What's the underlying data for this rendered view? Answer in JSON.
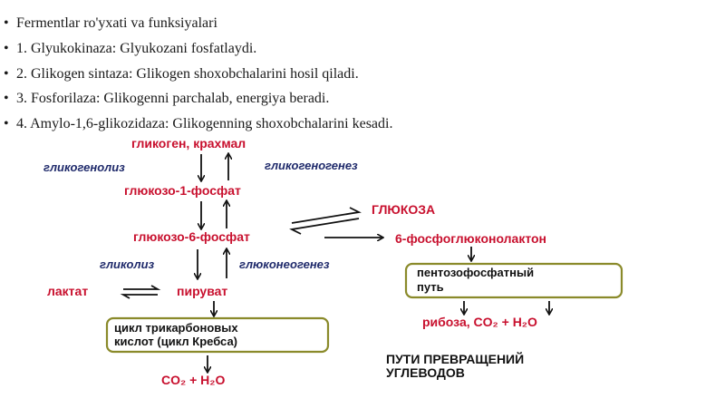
{
  "bullets": [
    "Fermentlar ro'yxati va funksiyalari",
    "1. Glyukokinaza: Glyukozani fosfatlaydi.",
    "2. Glikogen sintaza: Glikogen shoxobchalarini hosil qiladi.",
    "3. Fosforilaza: Glikogenni parchalab, energiya beradi.",
    "4. Amylo-1,6-glikozidaza: Glikogenning shoxobchalarini kesadi."
  ],
  "bullet_symbol": "•",
  "diagram": {
    "glycogen": "гликоген, крахмал",
    "glycogenolysis": "гликогенолиз",
    "glycogenesis": "гликогеногенез",
    "g1p": "глюкозо-1-фосфат",
    "glucose": "ГЛЮКОЗА",
    "g6p": "глюкозо-6-фосфат",
    "phosphogluconolactone": "6-фосфоглюконолактон",
    "glycolysis": "гликолиз",
    "gluconeogenesis": "глюконеогенез",
    "lactate": "лактат",
    "pyruvate": "пируват",
    "pentose_line1": "пентозофосфатный",
    "pentose_line2": "путь",
    "ribose_products": "рибоза, CO₂ + H₂O",
    "tca_line1": "цикл трикарбоновых",
    "tca_line2": "кислот (цикл Кребса)",
    "tca_products": "CO₂ + H₂O",
    "caption_line1": "ПУТИ ПРЕВРАЩЕНИЙ",
    "caption_line2": "УГЛЕВОДОВ"
  },
  "colors": {
    "red": "#c8102e",
    "blue": "#1f2a6b",
    "box_border": "#8a8a2a",
    "box_fill": "#ffffff"
  }
}
